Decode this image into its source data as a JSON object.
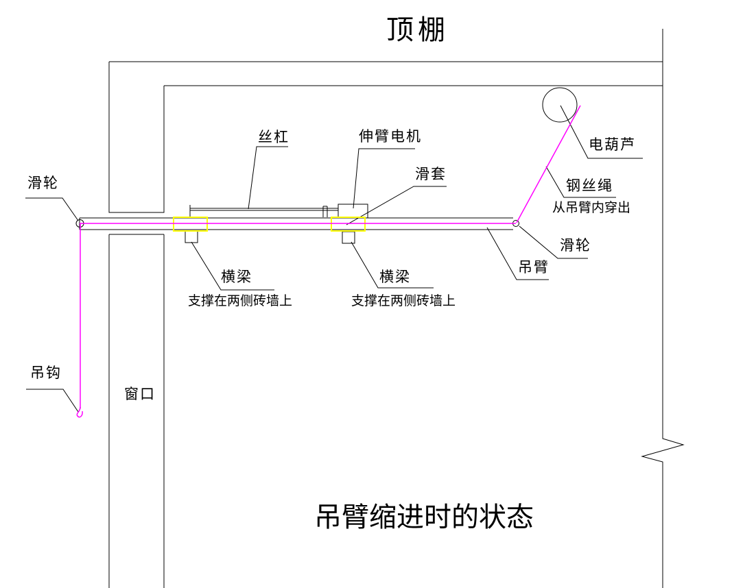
{
  "diagram": {
    "ceiling_label": "顶棚",
    "title": "吊臂缩进时的状态",
    "labels": {
      "pulley_left": "滑轮",
      "hook": "吊钩",
      "window": "窗口",
      "lead_screw": "丝杠",
      "extension_motor": "伸臂电机",
      "sliding_sleeve": "滑套",
      "electric_hoist": "电葫芦",
      "wire_rope_line1": "钢丝绳",
      "wire_rope_line2": "从吊臂内穿出",
      "pulley_right": "滑轮",
      "boom": "吊臂",
      "crossbeam_1": "横梁",
      "crossbeam_1_note": "支撑在两侧砖墙上",
      "crossbeam_2": "横梁",
      "crossbeam_2_note": "支撑在两侧砖墙上"
    },
    "colors": {
      "line": "#000000",
      "rope": "#FF00FF",
      "highlight": "#FFFF00",
      "background": "#FFFFFF"
    }
  }
}
